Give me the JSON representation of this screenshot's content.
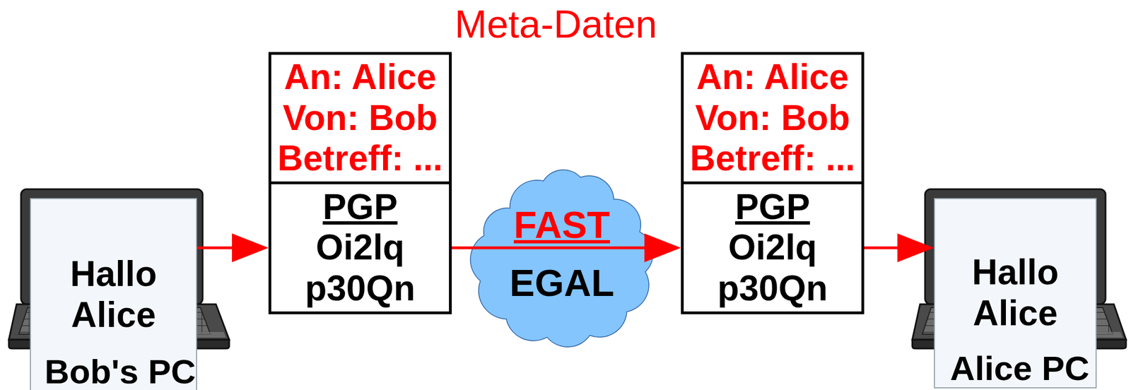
{
  "diagram": {
    "nodes": [
      {
        "text": [
          "Hallo Alice",
          "Bob's PC"
        ]
      },
      {
        "text": [
          "An: Alice Von: Bob Betreff: ...",
          "PGP",
          "Oi2lq p30Qn"
        ]
      },
      {
        "text": [
          "FAST",
          "EGAL"
        ]
      },
      {
        "text": [
          "An: Alice Von: Bob Betreff: ...",
          "PGP",
          "Oi2lq p30Qn"
        ]
      },
      {
        "text": [
          "Hallo Alice",
          "Alice PC"
        ]
      }
    ],
    "edges": [
      {
        "from": 0,
        "to": 1,
        "arrow": "to"
      },
      {
        "from": 1,
        "to": 3,
        "arrow": "to"
      },
      {
        "from": 3,
        "to": 4,
        "arrow": "to"
      }
    ],
    "labels": [
      "Meta-Daten"
    ]
  }
}
